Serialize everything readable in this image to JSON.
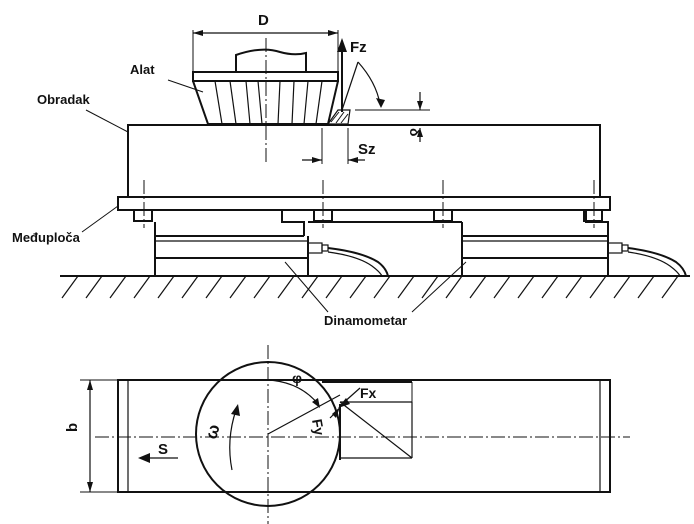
{
  "labels": {
    "diameter": "D",
    "tool": "Alat",
    "workpiece": "Obradak",
    "intermediate_plate": "Međuploča",
    "dynamometer": "Dinamometar",
    "force_z": "Fz",
    "feed_z": "Sz",
    "depth": "δ",
    "width": "b",
    "feed_dir": "S",
    "angular_velocity": "ω",
    "angle": "φ",
    "force_x": "Fx",
    "force_y": "Fy"
  }
}
